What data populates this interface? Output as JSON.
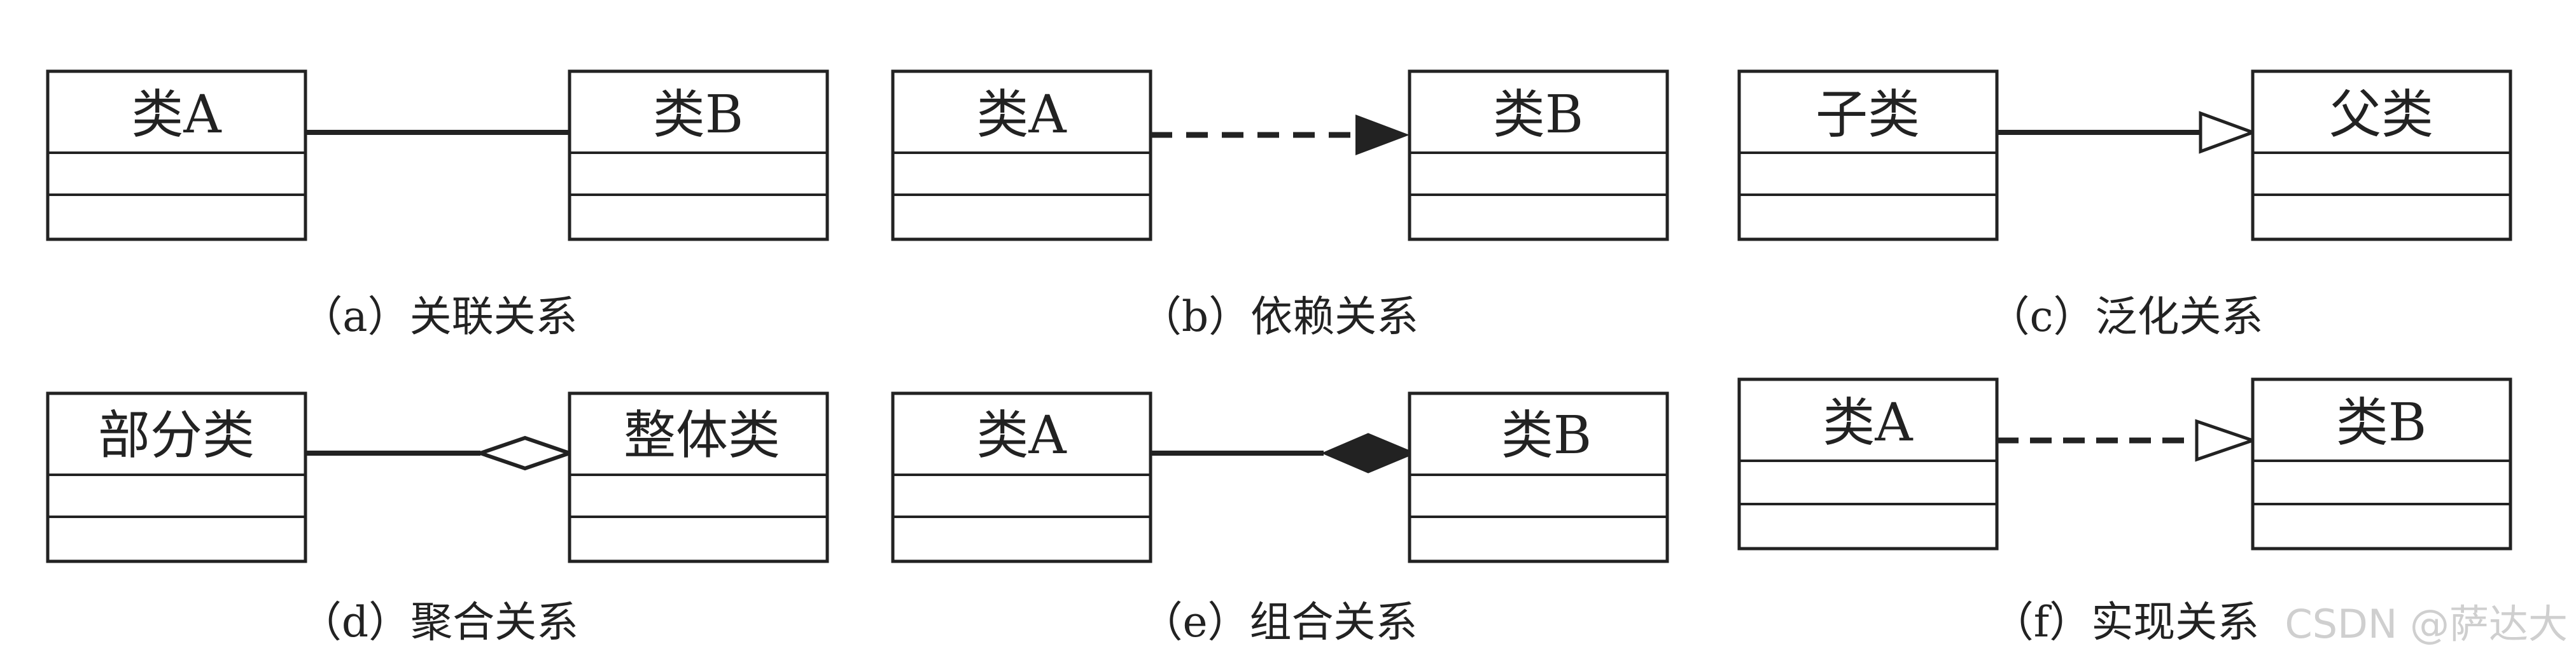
{
  "colors": {
    "stroke": "#222222",
    "background": "#ffffff",
    "watermark": "#cfcfcf"
  },
  "panels": [
    {
      "id": "a",
      "relation": "association",
      "left_class": "类A",
      "right_class": "类B",
      "caption": "（a）关联关系"
    },
    {
      "id": "b",
      "relation": "dependency",
      "left_class": "类A",
      "right_class": "类B",
      "caption": "（b）依赖关系"
    },
    {
      "id": "c",
      "relation": "generalization",
      "left_class": "子类",
      "right_class": "父类",
      "caption": "（c）泛化关系"
    },
    {
      "id": "d",
      "relation": "aggregation",
      "left_class": "部分类",
      "right_class": "整体类",
      "caption": "（d）聚合关系"
    },
    {
      "id": "e",
      "relation": "composition",
      "left_class": "类A",
      "right_class": "类B",
      "caption": "（e）组合关系"
    },
    {
      "id": "f",
      "relation": "realization",
      "left_class": "类A",
      "right_class": "类B",
      "caption": "（f）实现关系"
    }
  ],
  "watermark": "CSDN @萨达大"
}
